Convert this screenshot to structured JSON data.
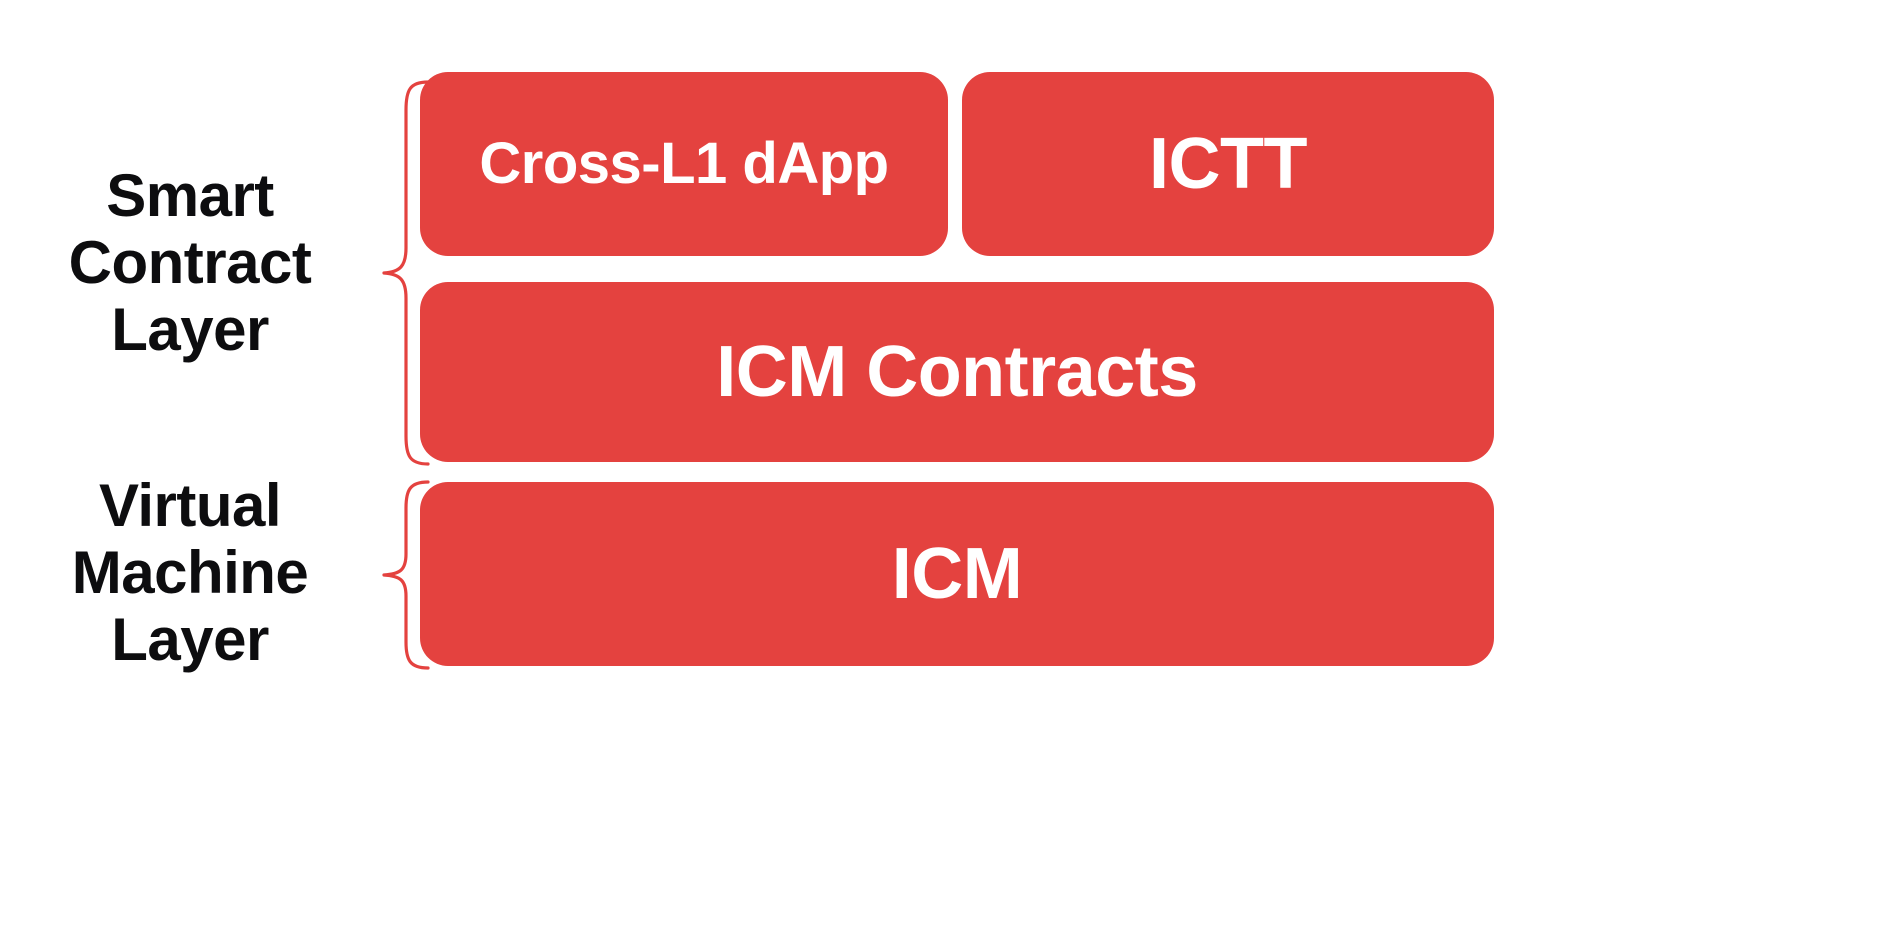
{
  "diagram": {
    "title": "Interchain Messaging stack layers",
    "background_color": "#ffffff",
    "accent_color": "#e4423f",
    "box_text_color": "#ffffff",
    "label_text_color": "#0d0d0f"
  },
  "groups": [
    {
      "id": "smart-contract-layer",
      "label": "Smart\nContract\nLayer",
      "brace_icon": "curly-brace-icon"
    },
    {
      "id": "virtual-machine-layer",
      "label": "Virtual\nMachine\nLayer",
      "brace_icon": "curly-brace-icon"
    }
  ],
  "boxes": [
    {
      "id": "cross-l1-dapp",
      "label": "Cross-L1 dApp",
      "group": "smart-contract-layer",
      "row": 1
    },
    {
      "id": "ictt",
      "label": "ICTT",
      "group": "smart-contract-layer",
      "row": 1
    },
    {
      "id": "icm-contracts",
      "label": "ICM Contracts",
      "group": "smart-contract-layer",
      "row": 2
    },
    {
      "id": "icm",
      "label": "ICM",
      "group": "virtual-machine-layer",
      "row": 3
    }
  ]
}
